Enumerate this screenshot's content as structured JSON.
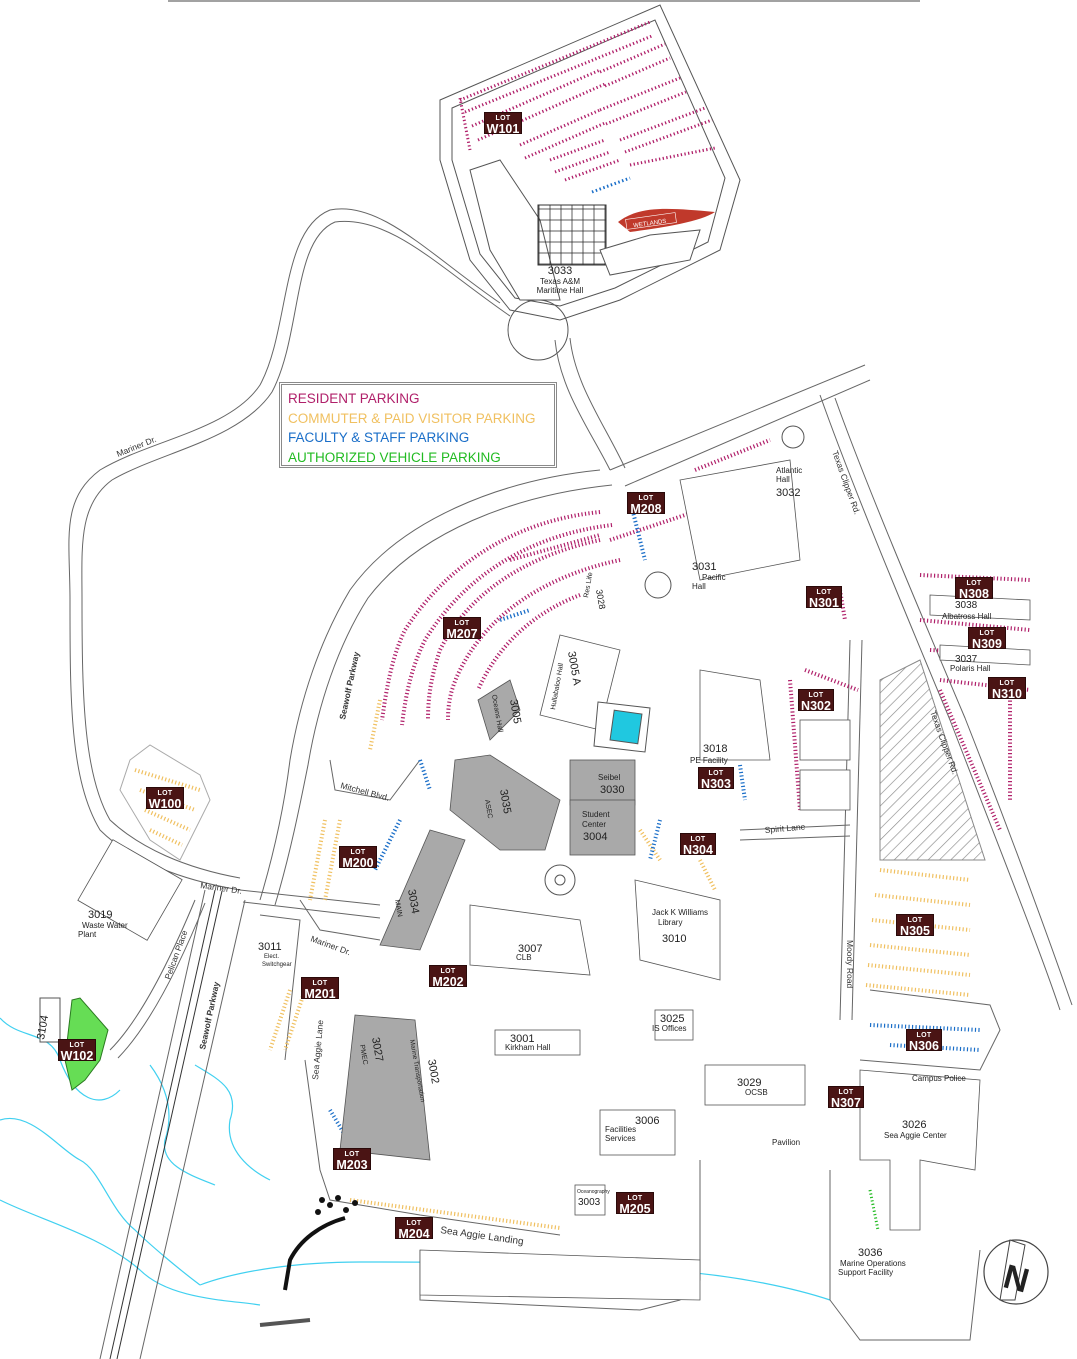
{
  "legend": {
    "resident": {
      "label": "RESIDENT PARKING",
      "color": "#b0206a"
    },
    "commuter": {
      "label": "COMMUTER & PAID VISITOR PARKING",
      "color": "#f0c060"
    },
    "faculty": {
      "label": "FACULTY & STAFF PARKING",
      "color": "#1a6ec8"
    },
    "authorized": {
      "label": "AUTHORIZED VEHICLE PARKING",
      "color": "#22bb22"
    }
  },
  "lot_prefix": "LOT",
  "lots": [
    {
      "id": "W101"
    },
    {
      "id": "W100"
    },
    {
      "id": "W102"
    },
    {
      "id": "M208"
    },
    {
      "id": "M207"
    },
    {
      "id": "M200"
    },
    {
      "id": "M201"
    },
    {
      "id": "M202"
    },
    {
      "id": "M203"
    },
    {
      "id": "M204"
    },
    {
      "id": "M205"
    },
    {
      "id": "N301"
    },
    {
      "id": "N302"
    },
    {
      "id": "N303"
    },
    {
      "id": "N304"
    },
    {
      "id": "N305"
    },
    {
      "id": "N306"
    },
    {
      "id": "N307"
    },
    {
      "id": "N308"
    },
    {
      "id": "N309"
    },
    {
      "id": "N310"
    }
  ],
  "roads": {
    "mariner_dr_top": "Mariner Dr.",
    "mariner_dr_mid": "Mariner Dr.",
    "mariner_dr_low": "Mariner Dr.",
    "seawolf_top": "Seawolf Parkway",
    "seawolf_low": "Seawolf Parkway",
    "texas_clipper_top": "Texas Clipper Rd.",
    "texas_clipper_low": "Texas Clipper Rd.",
    "mitchell": "Mitchell Blvd.",
    "pelican": "Pelican Place",
    "spirit": "Spirit Lane",
    "moody": "Moody Road",
    "sea_aggie_lane": "Sea Aggie Lane",
    "sea_aggie_landing": "Sea Aggie Landing"
  },
  "buildings": {
    "b3033": {
      "num": "3033",
      "name1": "Texas A&M",
      "name2": "Maritime Hall"
    },
    "wetlands": "WETLANDS",
    "b3032": {
      "num": "3032",
      "name1": "Atlantic",
      "name2": "Hall"
    },
    "b3031": {
      "num": "3031",
      "name1": "Pacific",
      "name2": "Hall"
    },
    "b3038": {
      "num": "3038",
      "name": "Albatross Hall"
    },
    "b3037": {
      "num": "3037",
      "name": "Polaris Hall"
    },
    "b3028": {
      "num": "3028",
      "name": "Res Life"
    },
    "b3005": {
      "num": "3005",
      "name": "Oceans Hall"
    },
    "b3005a": {
      "num": "3005 A",
      "name": "Hullabaloo Hall"
    },
    "b3018": {
      "num": "3018",
      "name": "PE Facility"
    },
    "b3030": {
      "num": "3030",
      "name": "Seibel"
    },
    "b3004": {
      "num": "3004",
      "name1": "Student",
      "name2": "Center"
    },
    "b3035": {
      "num": "3035",
      "name": "ASEC"
    },
    "b3034": {
      "num": "3034",
      "name": "MAIN"
    },
    "b3007": {
      "num": "3007",
      "name": "CLB"
    },
    "b3010": {
      "num": "3010",
      "name1": "Jack K Williams",
      "name2": "Library"
    },
    "b3019": {
      "num": "3019",
      "name1": "Waste Water",
      "name2": "Plant"
    },
    "b3011": {
      "num": "3011",
      "name1": "Elect.",
      "name2": "Switchgear"
    },
    "b3027": {
      "num": "3027",
      "name": "PMEC"
    },
    "b3002": {
      "num": "3002",
      "name": "Marine Transportation"
    },
    "b3001": {
      "num": "3001",
      "name": "Kirkham Hall"
    },
    "b3025": {
      "num": "3025",
      "name": "IS Offices"
    },
    "b3029": {
      "num": "3029",
      "name": "OCSB"
    },
    "b3006": {
      "num": "3006",
      "name1": "Facilities",
      "name2": "Services"
    },
    "b3003": {
      "num": "3003",
      "name": "Oceanography"
    },
    "pavilion": "Pavilion",
    "b3026": {
      "num": "3026",
      "name": "Sea Aggie Center"
    },
    "campus_police": "Campus Police",
    "b3036": {
      "num": "3036",
      "name1": "Marine Operations",
      "name2": "Support Facility"
    },
    "b3104": {
      "num": "3104"
    }
  },
  "compass": "N"
}
